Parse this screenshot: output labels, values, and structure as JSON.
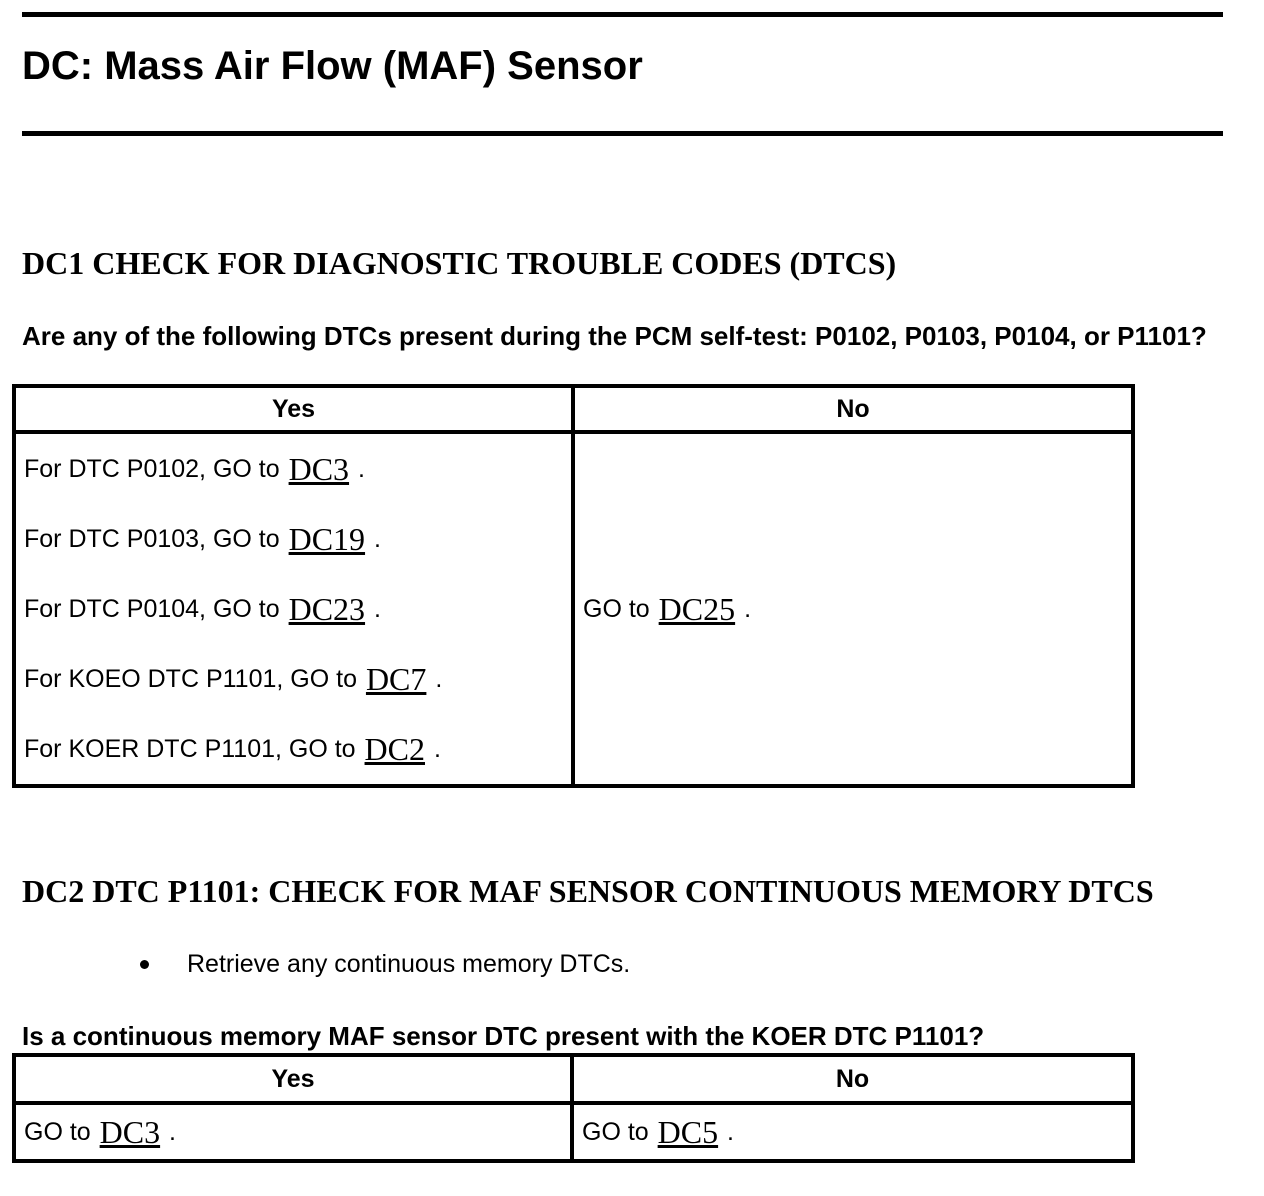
{
  "page_title": "DC: Mass Air Flow (MAF) Sensor",
  "dc1": {
    "heading": "DC1 CHECK FOR DIAGNOSTIC TROUBLE CODES (DTCS)",
    "question": "Are any of the following DTCs present during the PCM self-test: P0102, P0103, P0104, or P1101?",
    "yes_header": "Yes",
    "no_header": "No",
    "yes_actions": [
      {
        "prefix": "For DTC P0102, GO to",
        "link": "DC3",
        "suffix": "."
      },
      {
        "prefix": "For DTC P0103, GO to",
        "link": "DC19",
        "suffix": "."
      },
      {
        "prefix": "For DTC P0104, GO to",
        "link": "DC23",
        "suffix": "."
      },
      {
        "prefix": "For KOEO DTC P1101, GO to",
        "link": "DC7",
        "suffix": "."
      },
      {
        "prefix": "For KOER DTC P1101, GO to",
        "link": "DC2",
        "suffix": "."
      }
    ],
    "no_action": {
      "prefix": "GO to",
      "link": "DC25",
      "suffix": "."
    }
  },
  "dc2": {
    "heading": "DC2 DTC P1101: CHECK FOR MAF SENSOR CONTINUOUS MEMORY DTCS",
    "bullet": "Retrieve any continuous memory DTCs.",
    "question": "Is a continuous memory MAF sensor DTC present with the KOER DTC P1101?",
    "yes_header": "Yes",
    "no_header": "No",
    "yes_action": {
      "prefix": "GO to",
      "link": "DC3",
      "suffix": "."
    },
    "no_action": {
      "prefix": "GO to",
      "link": "DC5",
      "suffix": "."
    }
  }
}
